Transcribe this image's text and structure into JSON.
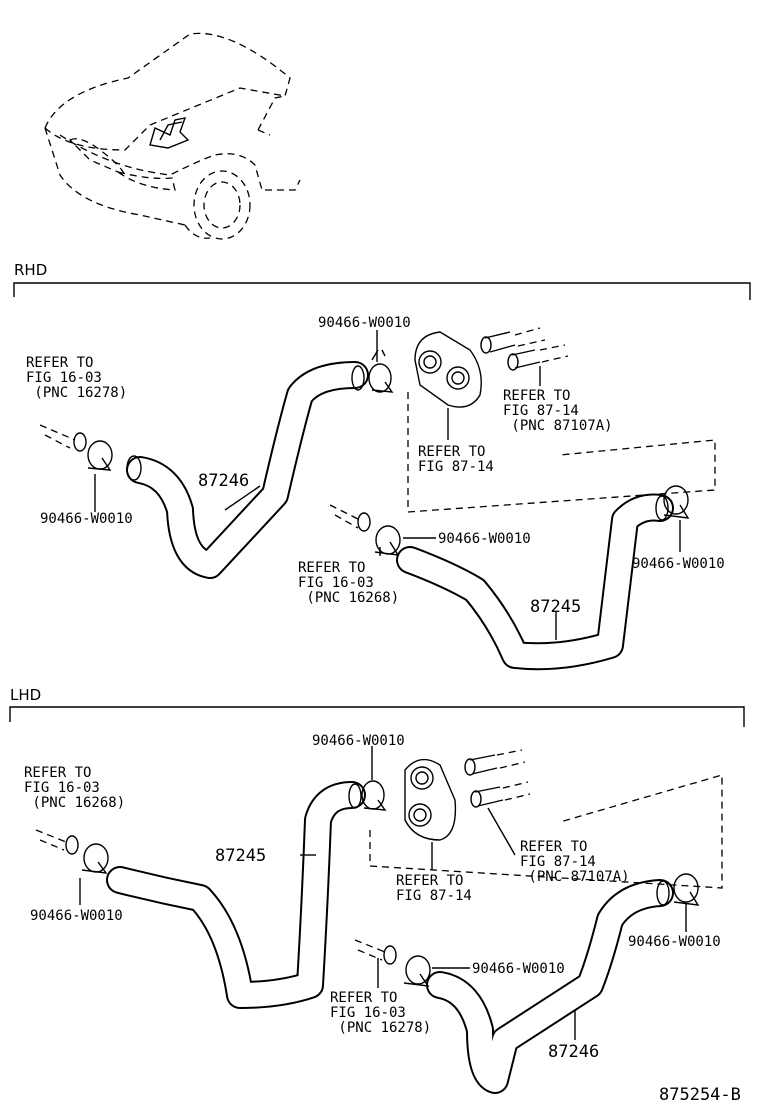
{
  "sections": {
    "rhd": "RHD",
    "lhd": "LHD"
  },
  "rhd": {
    "clamp_top": "90466-W0010",
    "clamp_left": "90466-W0010",
    "clamp_mid": "90466-W0010",
    "clamp_right": "90466-W0010",
    "refer_left": [
      "REFER TO",
      "FIG 16-03",
      " (PNC 16278)"
    ],
    "refer_pipes": [
      "REFER TO",
      "FIG 87-14",
      " (PNC 87107A)"
    ],
    "refer_valve": [
      "REFER TO",
      "FIG 87-14"
    ],
    "refer_mid": [
      "REFER TO",
      "FIG 16-03",
      " (PNC 16268)"
    ],
    "hose_a": "87246",
    "hose_b": "87245"
  },
  "lhd": {
    "clamp_top": "90466-W0010",
    "clamp_left": "90466-W0010",
    "clamp_mid": "90466-W0010",
    "clamp_right": "90466-W0010",
    "refer_left": [
      "REFER TO",
      "FIG 16-03",
      " (PNC 16268)"
    ],
    "refer_pipes": [
      "REFER TO",
      "FIG 87-14",
      " (PNC 87107A)"
    ],
    "refer_valve": [
      "REFER TO",
      "FIG 87-14"
    ],
    "refer_mid": [
      "REFER TO",
      "FIG 16-03",
      " (PNC 16278)"
    ],
    "hose_a": "87245",
    "hose_b": "87246"
  },
  "figure_code": "875254-B"
}
